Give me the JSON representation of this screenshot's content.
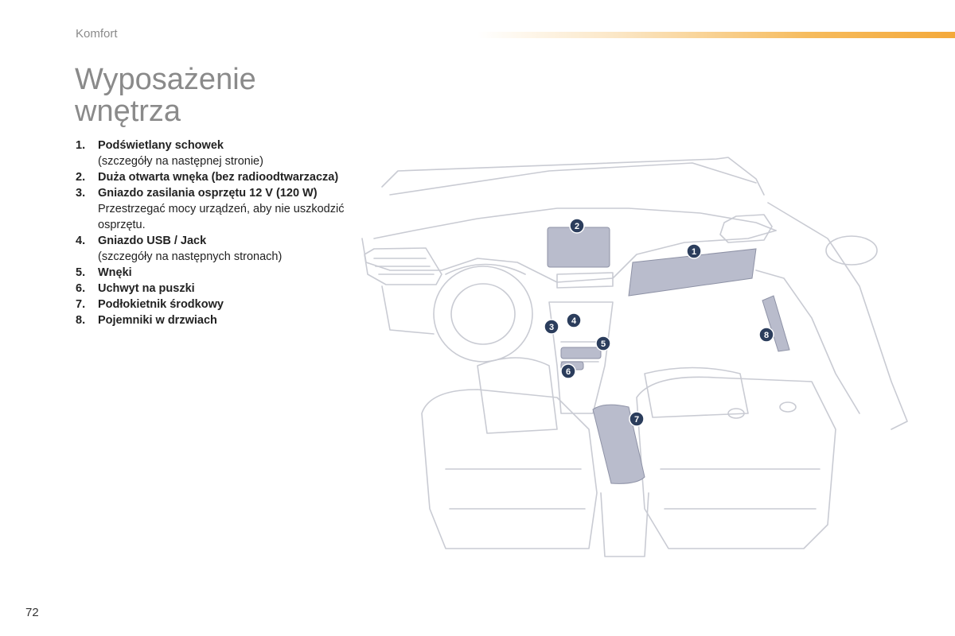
{
  "header": {
    "section": "Komfort",
    "accent_color": "#f4a93a"
  },
  "title": {
    "line1": "Wyposażenie",
    "line2": "wnętrza"
  },
  "items": [
    {
      "num": "1.",
      "label": "Podświetlany schowek",
      "desc": "(szczegóły na następnej stronie)"
    },
    {
      "num": "2.",
      "label": "Duża otwarta wnęka (bez radioodtwarzacza)",
      "desc": ""
    },
    {
      "num": "3.",
      "label": "Gniazdo zasilania osprzętu 12 V (120 W)",
      "desc": "Przestrzegać mocy urządzeń, aby nie uszkodzić osprzętu."
    },
    {
      "num": "4.",
      "label": "Gniazdo USB / Jack",
      "desc": "(szczegóły na następnych stronach)"
    },
    {
      "num": "5.",
      "label": "Wnęki",
      "desc": ""
    },
    {
      "num": "6.",
      "label": "Uchwyt na puszki",
      "desc": ""
    },
    {
      "num": "7.",
      "label": "Podłokietnik środkowy",
      "desc": ""
    },
    {
      "num": "8.",
      "label": "Pojemniki w drzwiach",
      "desc": ""
    }
  ],
  "diagram": {
    "markers": [
      "1",
      "2",
      "3",
      "4",
      "5",
      "6",
      "7",
      "8"
    ],
    "marker_color": "#2b3d5c",
    "highlight_color": "#b9bccc"
  },
  "footer": {
    "page_number": "72"
  }
}
